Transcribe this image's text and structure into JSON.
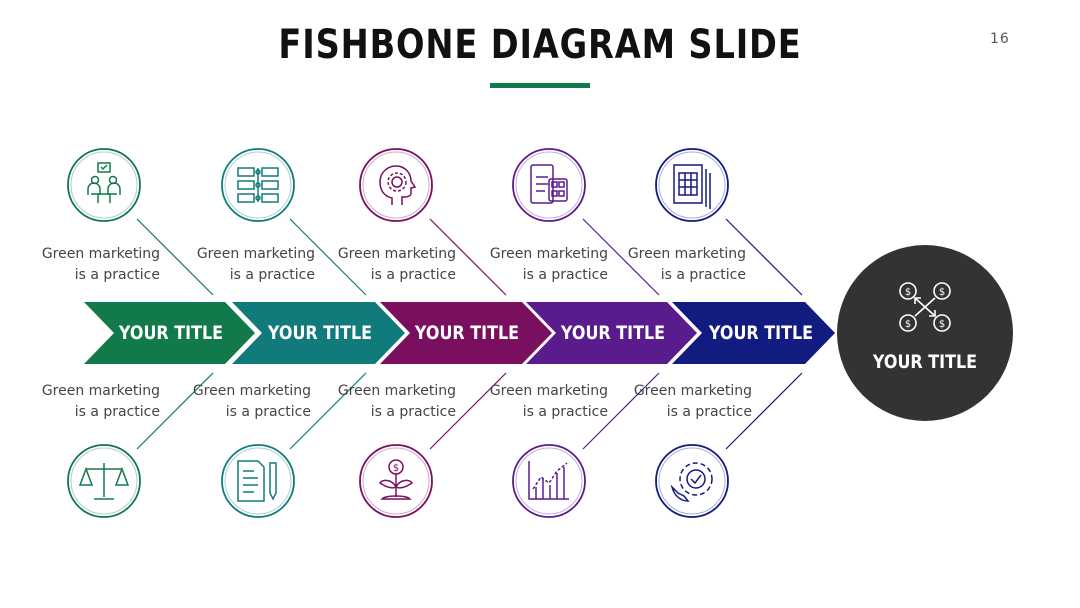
{
  "slide": {
    "title": "FISHBONE DIAGRAM SLIDE",
    "page_number": "16"
  },
  "colors": {
    "accent": "#0f7a4a",
    "segments": [
      "#11794a",
      "#117b7b",
      "#7a0f60",
      "#5a1c8c",
      "#111b80"
    ],
    "head": "#333333"
  },
  "segments": [
    {
      "title": "YOUR TITLE",
      "top_label": [
        "Green marketing",
        "is a practice"
      ],
      "bottom_label": [
        "Green marketing",
        "is a practice"
      ],
      "top_icon": "team-meeting-icon",
      "bottom_icon": "balance-scale-icon"
    },
    {
      "title": "YOUR TITLE",
      "top_label": [
        "Green marketing",
        "is a practice"
      ],
      "bottom_label": [
        "Green marketing",
        "is a practice"
      ],
      "top_icon": "workflow-list-icon",
      "bottom_icon": "document-pencil-icon"
    },
    {
      "title": "YOUR TITLE",
      "top_label": [
        "Green marketing",
        "is a practice"
      ],
      "bottom_label": [
        "Green marketing",
        "is a practice"
      ],
      "top_icon": "mind-idea-icon",
      "bottom_icon": "money-plant-icon"
    },
    {
      "title": "YOUR TITLE",
      "top_label": [
        "Green marketing",
        "is a practice"
      ],
      "bottom_label": [
        "Green marketing",
        "is a practice"
      ],
      "top_icon": "report-calculator-icon",
      "bottom_icon": "growth-chart-icon"
    },
    {
      "title": "YOUR TITLE",
      "top_label": [
        "Green marketing",
        "is a practice"
      ],
      "bottom_label": [
        "Green marketing",
        "is a practice"
      ],
      "top_icon": "spreadsheet-icon",
      "bottom_icon": "settings-check-icon"
    }
  ],
  "head": {
    "title": "YOUR TITLE",
    "icon": "money-flow-icon"
  }
}
